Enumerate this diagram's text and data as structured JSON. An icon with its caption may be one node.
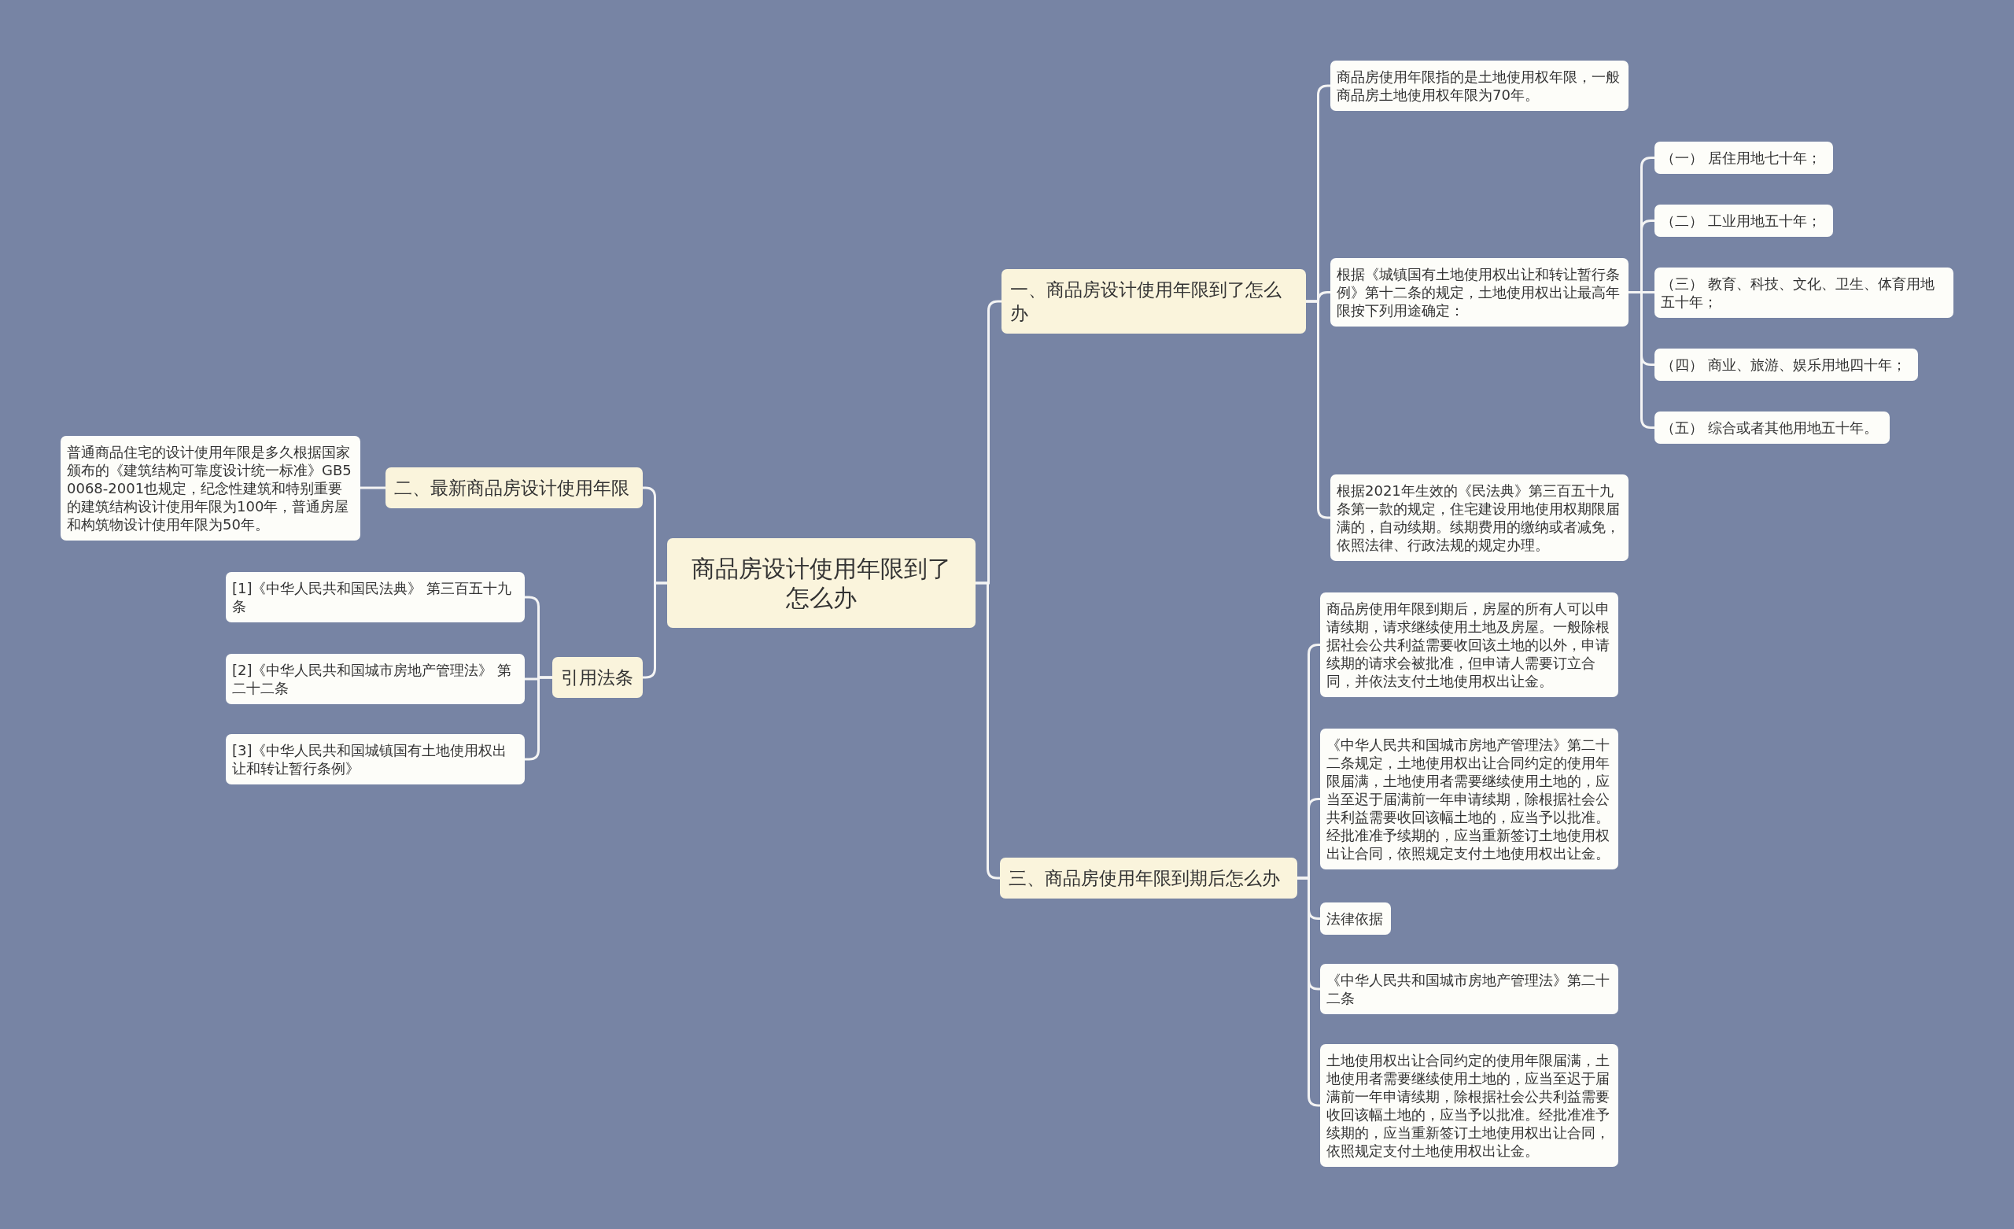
{
  "diagram": {
    "nodes": [
      {
        "text": [
          "商品房设计使用年限到了怎么办"
        ]
      },
      {
        "text": [
          "一、商品房设计使用年限到了怎么办"
        ]
      },
      {
        "text": [
          "商品房使用年限指的是土地使用权年限，一般商品房土地使用权年限为70年。"
        ]
      },
      {
        "text": [
          "根据《城镇国有土地使用权出让和转让暂行条例》第十二条的规定，土地使用权出让最高年限按下列用途确定："
        ]
      },
      {
        "text": [
          "（一） 居住用地七十年；"
        ]
      },
      {
        "text": [
          "（二） 工业用地五十年；"
        ]
      },
      {
        "text": [
          "（三） 教育、科技、文化、卫生、体育用地五十年；"
        ]
      },
      {
        "text": [
          "（四） 商业、旅游、娱乐用地四十年；"
        ]
      },
      {
        "text": [
          "（五） 综合或者其他用地五十年。"
        ]
      },
      {
        "text": [
          "根据2021年生效的《民法典》第三百五十九条第一款的规定，住宅建设用地使用权期限届满的，自动续期。续期费用的缴纳或者减免，依照法律、行政法规的规定办理。"
        ]
      },
      {
        "text": [
          "二、最新商品房设计使用年限"
        ]
      },
      {
        "text": [
          "普通商品住宅的设计使用年限是多久根据国家颁布的《建筑结构可靠度设计统一标准》GB50068-2001也规定，纪念性建筑和特别重要的建筑结构设计使用年限为100年，普通房屋和构筑物设计使用年限为50年。"
        ]
      },
      {
        "text": [
          "引用法条"
        ]
      },
      {
        "text": [
          "[1]《中华人民共和国民法典》 第三百五十九条"
        ]
      },
      {
        "text": [
          "[2]《中华人民共和国城市房地产管理法》 第二十二条"
        ]
      },
      {
        "text": [
          "[3]《中华人民共和国城镇国有土地使用权出让和转让暂行条例》"
        ]
      },
      {
        "text": [
          "三、商品房使用年限到期后怎么办"
        ]
      },
      {
        "text": [
          "商品房使用年限到期后，房屋的所有人可以申请续期，请求继续使用土地及房屋。一般除根据社会公共利益需要收回该土地的以外，申请续期的请求会被批准，但申请人需要订立合同，并依法支付土地使用权出让金。"
        ]
      },
      {
        "text": [
          "《中华人民共和国城市房地产管理法》第二十二条规定，土地使用权出让合同约定的使用年限届满，土地使用者需要继续使用土地的，应当至迟于届满前一年申请续期，除根据社会公共利益需要收回该幅土地的，应当予以批准。经批准准予续期的，应当重新签订土地使用权出让合同，依照规定支付土地使用权出让金。"
        ]
      },
      {
        "text": [
          "法律依据"
        ]
      },
      {
        "text": [
          "《中华人民共和国城市房地产管理法》第二十二条"
        ]
      },
      {
        "text": [
          "土地使用权出让合同约定的使用年限届满，土地使用者需要继续使用土地的，应当至迟于届满前一年申请续期，除根据社会公共利益需要收回该幅土地的，应当予以批准。经批准准予续期的，应当重新签订土地使用权出让合同，依照规定支付土地使用权出让金。"
        ]
      }
    ],
    "edges": [
      {
        "from": 0,
        "to": 1,
        "arrow": "none"
      },
      {
        "from": 1,
        "to": 2,
        "arrow": "none"
      },
      {
        "from": 1,
        "to": 3,
        "arrow": "none"
      },
      {
        "from": 3,
        "to": 4,
        "arrow": "none"
      },
      {
        "from": 3,
        "to": 5,
        "arrow": "none"
      },
      {
        "from": 3,
        "to": 6,
        "arrow": "none"
      },
      {
        "from": 3,
        "to": 7,
        "arrow": "none"
      },
      {
        "from": 3,
        "to": 8,
        "arrow": "none"
      },
      {
        "from": 1,
        "to": 9,
        "arrow": "none"
      },
      {
        "from": 0,
        "to": 10,
        "arrow": "none"
      },
      {
        "from": 10,
        "to": 11,
        "arrow": "none"
      },
      {
        "from": 0,
        "to": 12,
        "arrow": "none"
      },
      {
        "from": 12,
        "to": 13,
        "arrow": "none"
      },
      {
        "from": 12,
        "to": 14,
        "arrow": "none"
      },
      {
        "from": 12,
        "to": 15,
        "arrow": "none"
      },
      {
        "from": 0,
        "to": 16,
        "arrow": "none"
      },
      {
        "from": 16,
        "to": 17,
        "arrow": "none"
      },
      {
        "from": 16,
        "to": 18,
        "arrow": "none"
      },
      {
        "from": 16,
        "to": 19,
        "arrow": "none"
      },
      {
        "from": 16,
        "to": 20,
        "arrow": "none"
      },
      {
        "from": 16,
        "to": 21,
        "arrow": "none"
      }
    ]
  }
}
